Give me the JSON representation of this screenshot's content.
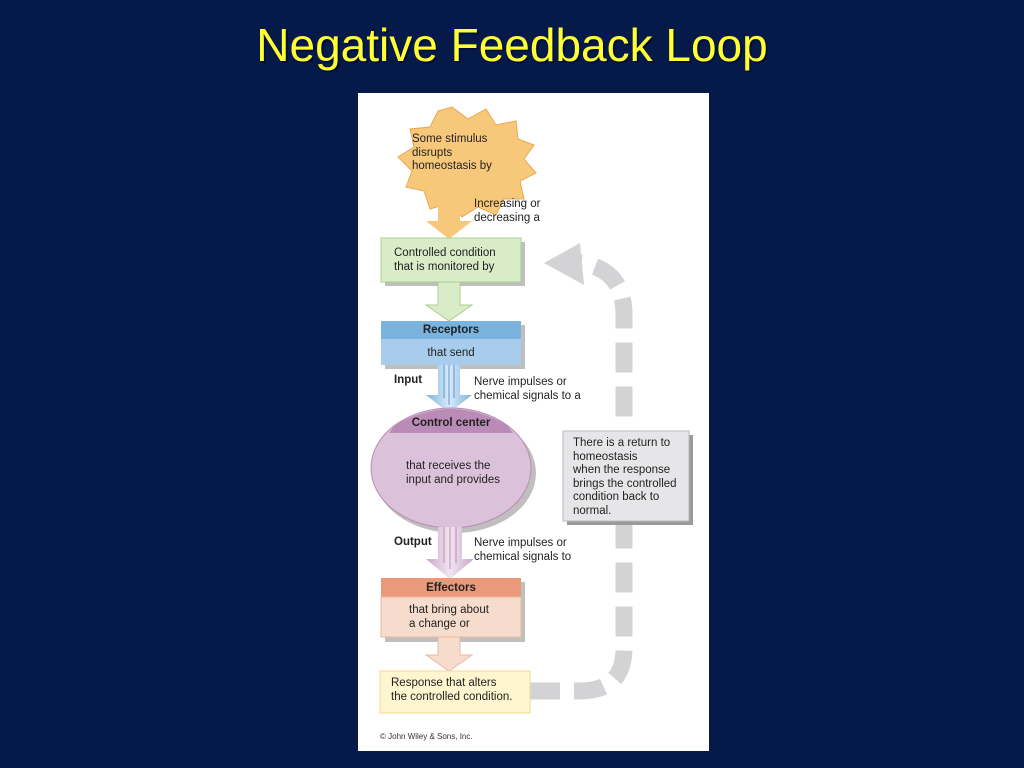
{
  "title": "Negative Feedback Loop",
  "diagram": {
    "stimulus": "Some stimulus\ndisrupts\nhomeostasis by",
    "increasing": "Increasing or\ndecreasing a",
    "controlled_condition": "Controlled condition\nthat is monitored by",
    "receptors_header": "Receptors",
    "receptors_body": "that send",
    "input_label": "Input",
    "input_signals": "Nerve impulses or\nchemical signals to a",
    "control_center_header": "Control center",
    "control_center_body": "that receives the\ninput and provides",
    "output_label": "Output",
    "output_signals": "Nerve impulses or\nchemical signals to",
    "effectors_header": "Effectors",
    "effectors_body": "that bring about\na change or",
    "response": "Response that alters\nthe controlled condition.",
    "return_note": "There is a return to\nhomeostasis\nwhen the response\nbrings the controlled\ncondition back to\nnormal.",
    "copyright": "© John Wiley & Sons, Inc."
  },
  "colors": {
    "background": "#061a4a",
    "title": "#ffff33",
    "stimulus": "#f8c87a",
    "controlled": "#d9ecc8",
    "receptors_header": "#7ab3de",
    "receptors_body": "#a8cdec",
    "control_center": "#dcc1da",
    "control_center_header": "#b98bb6",
    "effectors_header": "#ea9a7a",
    "effectors_body": "#f6dccd",
    "response": "#fff5cf",
    "return_arrow": "#d3d3d6"
  }
}
